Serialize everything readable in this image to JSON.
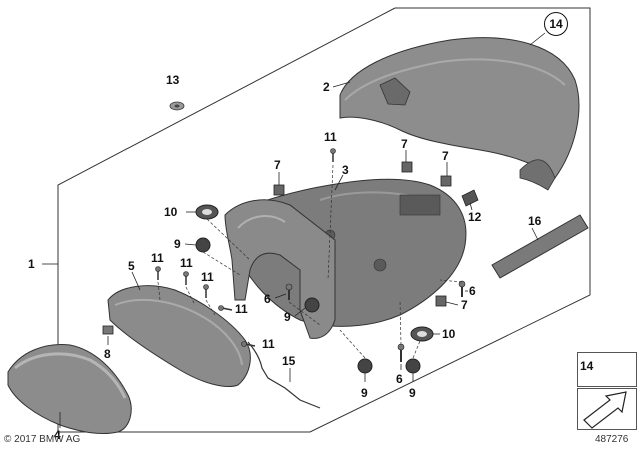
{
  "diagram": {
    "callouts": {
      "c1": "1",
      "c2": "2",
      "c3": "3",
      "c4": "4",
      "c5": "5",
      "c6a": "6",
      "c6b": "6",
      "c6c": "6",
      "c7a": "7",
      "c7b": "7",
      "c7c": "7",
      "c7d": "7",
      "c8": "8",
      "c9a": "9",
      "c9b": "9",
      "c9c": "9",
      "c9d": "9",
      "c10a": "10",
      "c10b": "10",
      "c11a": "11",
      "c11b": "11",
      "c11c": "11",
      "c11d": "11",
      "c11e": "11",
      "c11f": "11",
      "c12": "12",
      "c13": "13",
      "c14": "14",
      "c15": "15",
      "c16": "16"
    },
    "reference_box_label": "14",
    "copyright": "© 2017 BMW AG",
    "diagram_number": "487276"
  },
  "colors": {
    "part_fill": "#8a8a8a",
    "part_dark": "#5e5e5e",
    "part_light": "#b3b3b3",
    "line": "#222222"
  }
}
